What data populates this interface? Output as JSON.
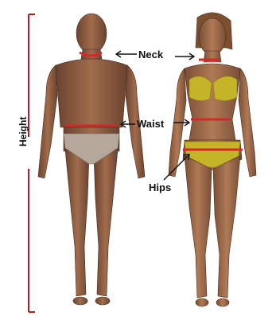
{
  "labels": {
    "height": "Height",
    "neck": "Neck",
    "waist": "Waist",
    "hips": "Hips"
  },
  "colors": {
    "measure_line": "#d7262a",
    "height_bracket": "#b81c22",
    "skin": "#8a5a3e",
    "skin_light": "#a8704c",
    "bikini": "#c4b428",
    "trunks": "#b5a89a"
  }
}
